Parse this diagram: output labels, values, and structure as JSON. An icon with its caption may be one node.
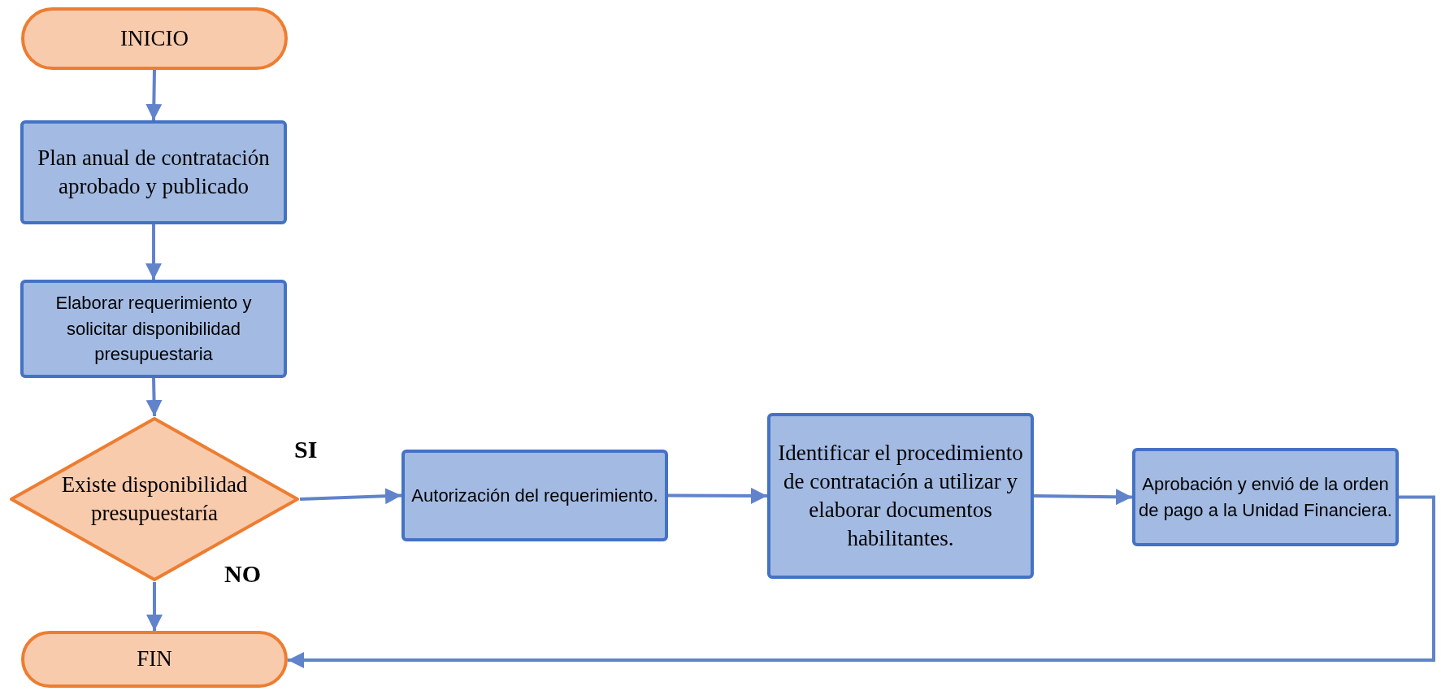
{
  "diagram": {
    "nodes": [
      {
        "text": [
          "INICIO"
        ]
      },
      {
        "text": [
          "Plan anual de contratación aprobado y publicado"
        ]
      },
      {
        "text": [
          "Elaborar requerimiento y solicitar disponibilidad presupuestaria"
        ]
      },
      {
        "text": [
          "Existe disponibilidad presupuestaría"
        ]
      },
      {
        "text": [
          "FIN"
        ]
      },
      {
        "text": [
          "Autorización del requerimiento."
        ]
      },
      {
        "text": [
          "Identificar el procedimiento de contratación a utilizar y elaborar documentos habilitantes."
        ]
      },
      {
        "text": [
          "Aprobación y envió de la orden de pago a la Unidad Financiera."
        ]
      }
    ],
    "edges": [
      {
        "from": 0,
        "to": 1,
        "arrow": "to"
      },
      {
        "from": 1,
        "to": 2,
        "arrow": "to"
      },
      {
        "from": 2,
        "to": 3,
        "arrow": "to"
      },
      {
        "from": 3,
        "to": 5,
        "arrow": "to",
        "label": "SI"
      },
      {
        "from": 3,
        "to": 4,
        "arrow": "to",
        "label": "NO"
      },
      {
        "from": 5,
        "to": 6,
        "arrow": "to"
      },
      {
        "from": 6,
        "to": 7,
        "arrow": "to"
      },
      {
        "from": 7,
        "to": 4,
        "arrow": "to"
      }
    ]
  }
}
